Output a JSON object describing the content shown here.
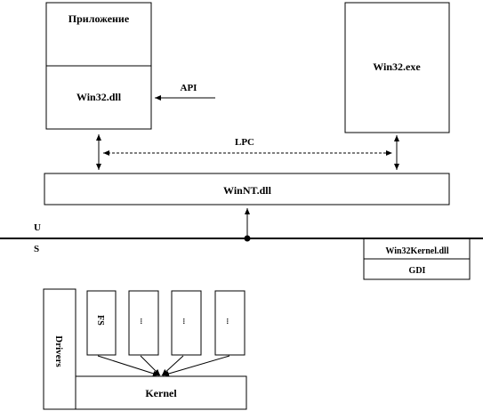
{
  "diagram": {
    "labels": {
      "app": "Приложение",
      "win32dll": "Win32.dll",
      "api": "API",
      "win32exe": "Win32.exe",
      "lpc": "LPC",
      "winnt": "WinNT.dll",
      "user_mode": "U",
      "kernel_mode": "S",
      "win32kernel": "Win32Kernel.dll",
      "gdi": "GDI",
      "drivers": "Drivers",
      "fs": "FS",
      "dots1": "...",
      "dots2": "...",
      "dots3": "...",
      "kernel": "Kernel"
    },
    "colors": {
      "stroke": "#000000",
      "background": "#ffffff"
    }
  }
}
